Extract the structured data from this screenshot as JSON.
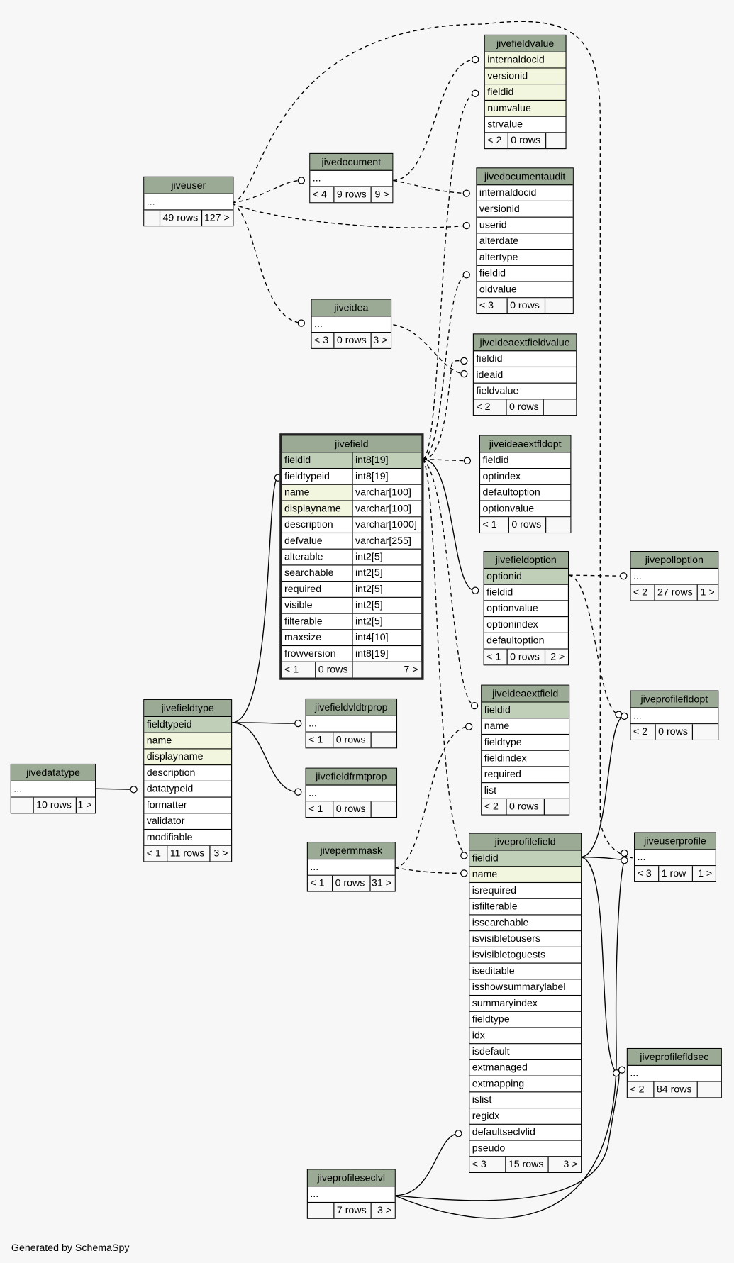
{
  "footer": "Generated by SchemaSpy",
  "colors": {
    "header": "#9aaa94",
    "primary_key": "#bfcfb8",
    "indexed": "#f2f6de",
    "background": "#f7f7f7"
  },
  "tables": {
    "jivefieldvalue": {
      "name": "jivefieldvalue",
      "columns": [
        "internaldocid",
        "versionid",
        "fieldid",
        "numvalue",
        "strvalue"
      ],
      "footer": [
        "< 2",
        "0 rows",
        ""
      ]
    },
    "jivedocument": {
      "name": "jivedocument",
      "columns": [
        "..."
      ],
      "footer": [
        "< 4",
        "9 rows",
        "9 >"
      ]
    },
    "jivedocumentaudit": {
      "name": "jivedocumentaudit",
      "columns": [
        "internaldocid",
        "versionid",
        "userid",
        "alterdate",
        "altertype",
        "fieldid",
        "oldvalue"
      ],
      "footer": [
        "< 3",
        "0 rows",
        ""
      ]
    },
    "jiveuser": {
      "name": "jiveuser",
      "columns": [
        "..."
      ],
      "footer": [
        "",
        "49 rows",
        "127 >"
      ]
    },
    "jiveidea": {
      "name": "jiveidea",
      "columns": [
        "..."
      ],
      "footer": [
        "< 3",
        "0 rows",
        "3 >"
      ]
    },
    "jiveideaextfieldvalue": {
      "name": "jiveideaextfieldvalue",
      "columns": [
        "fieldid",
        "ideaid",
        "fieldvalue"
      ],
      "footer": [
        "< 2",
        "0 rows",
        ""
      ]
    },
    "jivefield": {
      "name": "jivefield",
      "columns": [
        "fieldid",
        "fieldtypeid",
        "name",
        "displayname",
        "description",
        "defvalue",
        "alterable",
        "searchable",
        "required",
        "visible",
        "filterable",
        "maxsize",
        "frowversion"
      ],
      "types": [
        "int8[19]",
        "int8[19]",
        "varchar[100]",
        "varchar[100]",
        "varchar[1000]",
        "varchar[255]",
        "int2[5]",
        "int2[5]",
        "int2[5]",
        "int2[5]",
        "int2[5]",
        "int4[10]",
        "int8[19]"
      ],
      "footer": [
        "< 1",
        "0 rows",
        "7 >"
      ]
    },
    "jiveideaextfldopt": {
      "name": "jiveideaextfldopt",
      "columns": [
        "fieldid",
        "optindex",
        "defaultoption",
        "optionvalue"
      ],
      "footer": [
        "< 1",
        "0 rows",
        ""
      ]
    },
    "jivefieldoption": {
      "name": "jivefieldoption",
      "columns": [
        "optionid",
        "fieldid",
        "optionvalue",
        "optionindex",
        "defaultoption"
      ],
      "footer": [
        "< 1",
        "0 rows",
        "2 >"
      ]
    },
    "jivepolloption": {
      "name": "jivepolloption",
      "columns": [
        "..."
      ],
      "footer": [
        "< 2",
        "27 rows",
        "1 >"
      ]
    },
    "jiveideaextfield": {
      "name": "jiveideaextfield",
      "columns": [
        "fieldid",
        "name",
        "fieldtype",
        "fieldindex",
        "required",
        "list"
      ],
      "footer": [
        "< 2",
        "0 rows",
        ""
      ]
    },
    "jiveprofilefldopt": {
      "name": "jiveprofilefldopt",
      "columns": [
        "..."
      ],
      "footer": [
        "< 2",
        "0 rows",
        ""
      ]
    },
    "jivefieldtype": {
      "name": "jivefieldtype",
      "columns": [
        "fieldtypeid",
        "name",
        "displayname",
        "description",
        "datatypeid",
        "formatter",
        "validator",
        "modifiable"
      ],
      "footer": [
        "< 1",
        "11 rows",
        "3 >"
      ]
    },
    "jivefieldvldtrprop": {
      "name": "jivefieldvldtrprop",
      "columns": [
        "..."
      ],
      "footer": [
        "< 1",
        "0 rows",
        ""
      ]
    },
    "jivefieldfrmtprop": {
      "name": "jivefieldfrmtprop",
      "columns": [
        "..."
      ],
      "footer": [
        "< 1",
        "0 rows",
        ""
      ]
    },
    "jivedatatype": {
      "name": "jivedatatype",
      "columns": [
        "..."
      ],
      "footer": [
        "",
        "10 rows",
        "1 >"
      ]
    },
    "jivepermmask": {
      "name": "jivepermmask",
      "columns": [
        "..."
      ],
      "footer": [
        "< 1",
        "0 rows",
        "31 >"
      ]
    },
    "jiveprofilefield": {
      "name": "jiveprofilefield",
      "columns": [
        "fieldid",
        "name",
        "isrequired",
        "isfilterable",
        "issearchable",
        "isvisibletousers",
        "isvisibletoguests",
        "iseditable",
        "isshowsummarylabel",
        "summaryindex",
        "fieldtype",
        "idx",
        "isdefault",
        "extmanaged",
        "extmapping",
        "islist",
        "regidx",
        "defaultseclvlid",
        "pseudo"
      ],
      "footer": [
        "< 3",
        "15 rows",
        "3 >"
      ]
    },
    "jiveuserprofile": {
      "name": "jiveuserprofile",
      "columns": [
        "..."
      ],
      "footer": [
        "< 3",
        "1 row",
        "1 >"
      ]
    },
    "jiveprofilefldsec": {
      "name": "jiveprofilefldsec",
      "columns": [
        "..."
      ],
      "footer": [
        "< 2",
        "84 rows",
        ""
      ]
    },
    "jiveprofileseclvl": {
      "name": "jiveprofileseclvl",
      "columns": [
        "..."
      ],
      "footer": [
        "",
        "7 rows",
        "3 >"
      ]
    }
  }
}
